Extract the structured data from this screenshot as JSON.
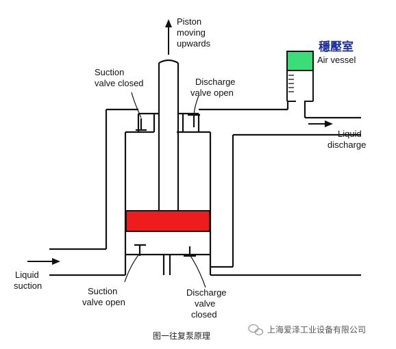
{
  "labels": {
    "piston": [
      "Piston",
      "moving",
      "upwards"
    ],
    "suction_top": [
      "Suction",
      "valve closed"
    ],
    "discharge_top": [
      "Discharge",
      "valve open"
    ],
    "air_vessel_cn": "穩壓室",
    "air_vessel": "Air vessel",
    "liquid_discharge": [
      "Liquid",
      "discharge"
    ],
    "liquid_suction": [
      "Liquid",
      "suction"
    ],
    "suction_bottom": [
      "Suction",
      "valve open"
    ],
    "discharge_bottom": [
      "Discharge",
      "valve",
      "closed"
    ]
  },
  "caption": "图一往复泵原理",
  "watermark": "上海爱泽工业设备有限公司",
  "colors": {
    "piston": "#ee1c1c",
    "air_vessel": "#3ddc7a",
    "air_vessel_label": "#1a2fa0",
    "line": "#111111"
  }
}
